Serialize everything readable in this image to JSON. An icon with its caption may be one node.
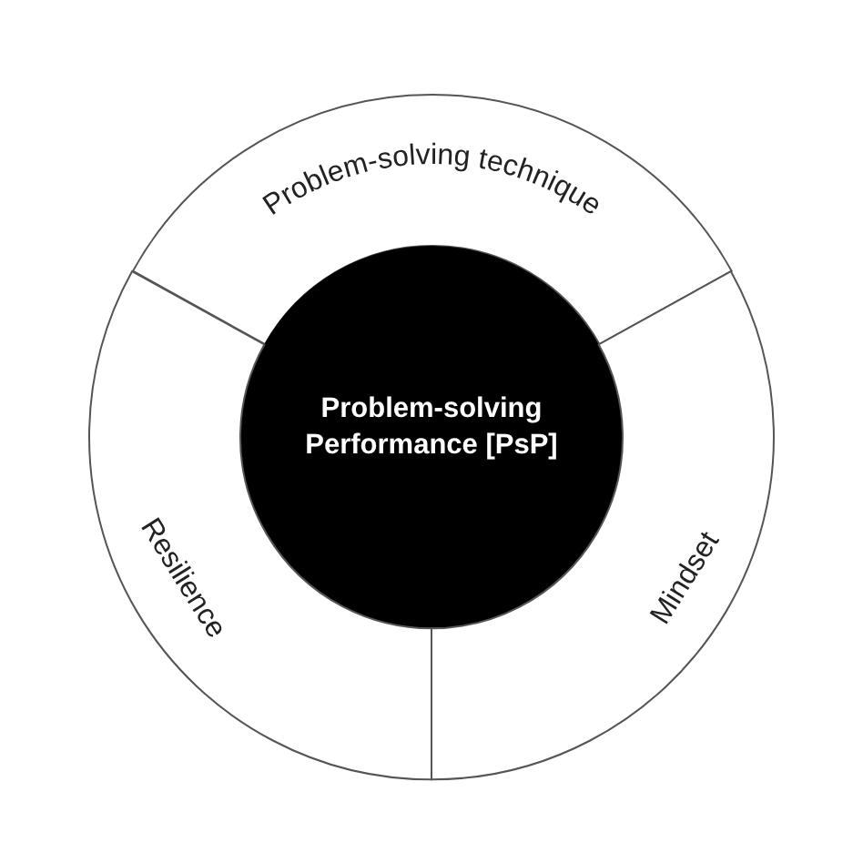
{
  "diagram": {
    "nodes": [
      {
        "text": [
          "Problem-solving technique"
        ]
      },
      {
        "text": [
          "Problem-solving Performance [PsP]"
        ]
      },
      {
        "text": [
          "Resilience"
        ]
      },
      {
        "text": [
          "Mindset"
        ]
      }
    ]
  }
}
